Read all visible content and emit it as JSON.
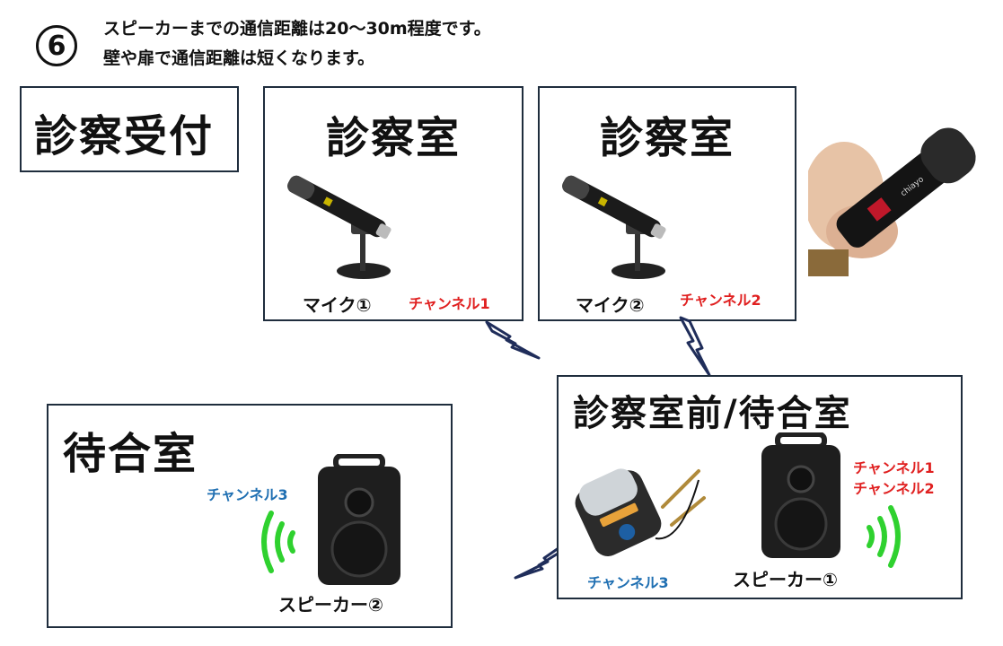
{
  "header": {
    "step": "6",
    "line1": "スピーカーまでの通信距離は20～30m程度です。",
    "line2": "壁や扉で通信距離は短くなります。"
  },
  "reception": {
    "title": "診察受付"
  },
  "exam_room_1": {
    "title": "診察室",
    "device": "マイク①",
    "channel": "チャンネル1"
  },
  "exam_room_2": {
    "title": "診察室",
    "device": "マイク②",
    "channel": "チャンネル2"
  },
  "front_room": {
    "title": "診察室前/待合室",
    "receiver_channel": "チャンネル3",
    "speaker": "スピーカー①",
    "speaker_channels": [
      "チャンネル1",
      "チャンネル2"
    ]
  },
  "waiting_room": {
    "title": "待合室",
    "channel": "チャンネル3",
    "speaker": "スピーカー②"
  },
  "colors": {
    "channel_red": "#e02020",
    "channel_blue": "#1f6fb2",
    "wave_green": "#2fd12f",
    "border": "#1f2d3d"
  },
  "icons": [
    "microphone-on-stand",
    "handheld-microphone",
    "portable-speaker",
    "wireless-receiver",
    "lightning-signal",
    "sound-wave"
  ]
}
